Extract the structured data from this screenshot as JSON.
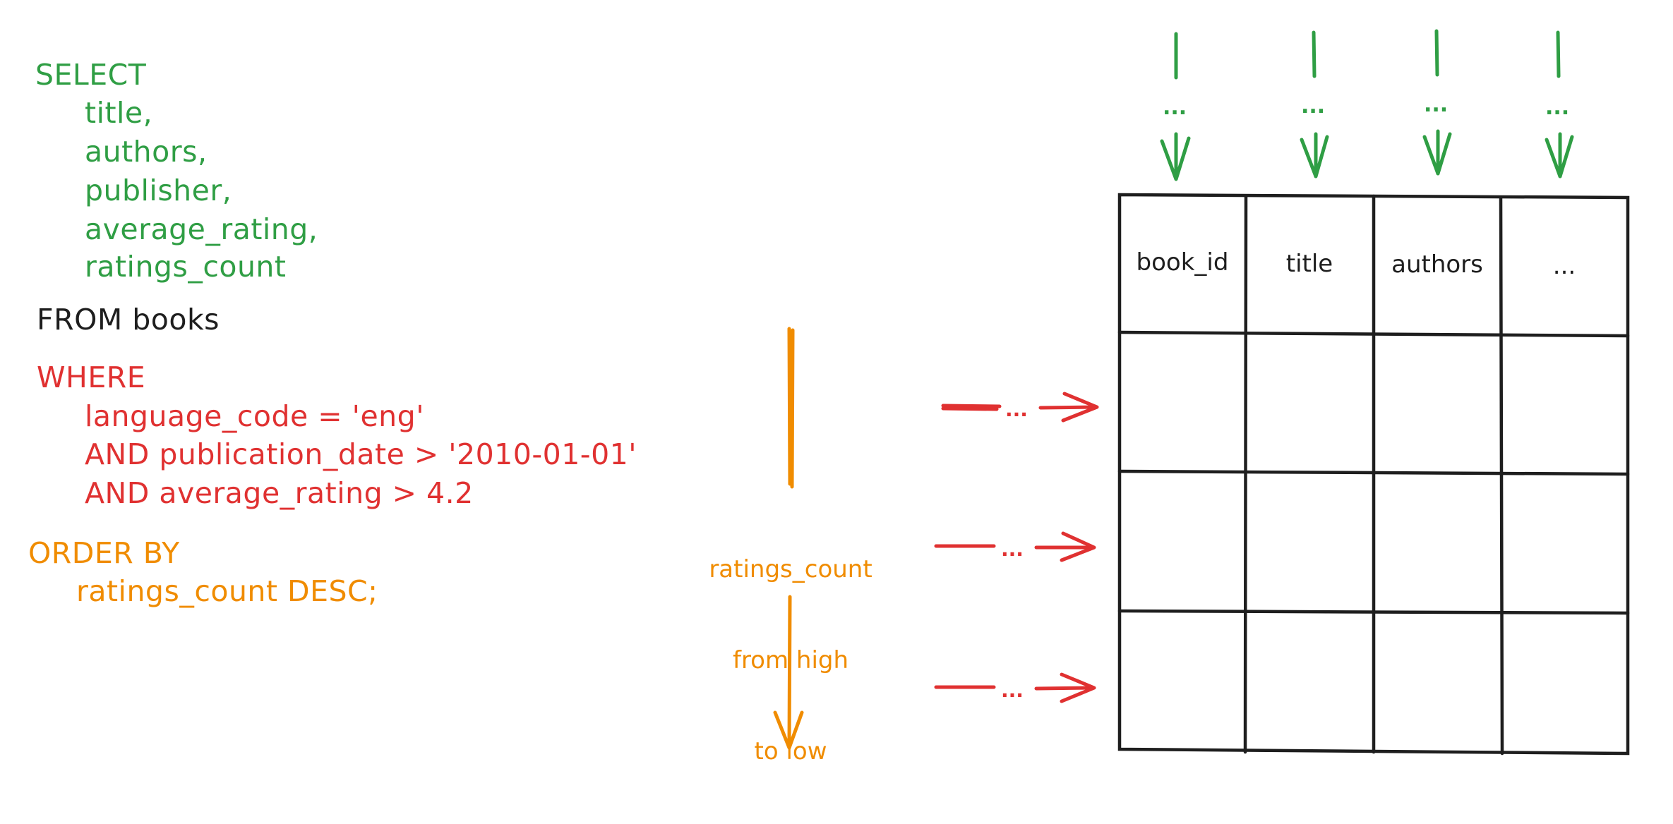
{
  "sql": {
    "select_keyword": "SELECT",
    "select_columns": [
      "title,",
      "authors,",
      "publisher,",
      "average_rating,",
      "ratings_count"
    ],
    "from_clause": "FROM books",
    "where_keyword": "WHERE",
    "where_conditions": [
      "language_code = 'eng'",
      "AND publication_date > '2010-01-01'",
      "AND average_rating > 4.2"
    ],
    "order_keyword": "ORDER BY",
    "order_clause": "ratings_count DESC;"
  },
  "annotation": {
    "line1": "ratings_count",
    "line2": "from high",
    "line3": "to low"
  },
  "table": {
    "headers": [
      "book_id",
      "title",
      "authors",
      "..."
    ],
    "body_rows": 3
  },
  "arrow_ellipsis": "...",
  "colors": {
    "select": "#2f9e44",
    "from": "#1e1e1e",
    "where": "#e03131",
    "order": "#f08c00"
  }
}
